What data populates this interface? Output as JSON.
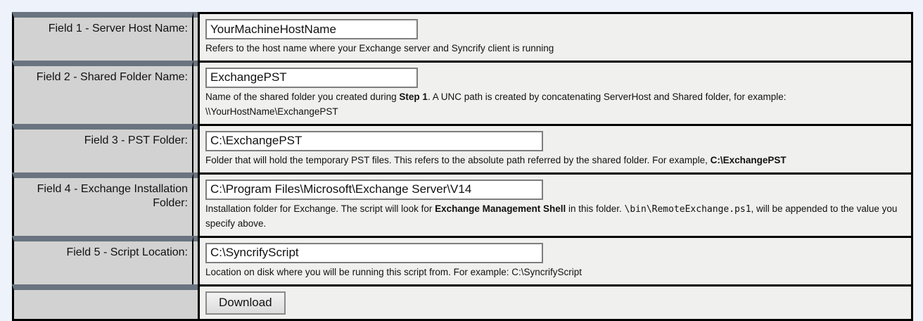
{
  "window": {
    "background": "#edf2fb"
  },
  "colors": {
    "label_bg": "#d2d2d2",
    "label_strip": "#6a7480",
    "content_bg": "#f0f1ee",
    "table_border": "#000000",
    "input_border": "#7e7e7e"
  },
  "form": {
    "rows": [
      {
        "label": "Field 1 - Server Host Name:",
        "value": "YourMachineHostName",
        "wide": false,
        "description": [
          {
            "text": "Refers to the host name where your Exchange server and Syncrify client is running",
            "style": "normal"
          }
        ]
      },
      {
        "label": "Field 2 - Shared Folder Name:",
        "value": "ExchangePST",
        "wide": false,
        "description": [
          {
            "text": "Name of the shared folder you created during ",
            "style": "normal"
          },
          {
            "text": "Step 1",
            "style": "bold"
          },
          {
            "text": ". A UNC path is created by concatenating ServerHost and Shared folder, for example: \\\\YourHostName\\ExchangePST",
            "style": "normal"
          }
        ]
      },
      {
        "label": "Field 3 - PST Folder:",
        "value": "C:\\ExchangePST",
        "wide": true,
        "description": [
          {
            "text": "Folder that will hold the temporary PST files. This refers to the absolute path referred by the shared folder. For example, ",
            "style": "normal"
          },
          {
            "text": "C:\\ExchangePST",
            "style": "bold"
          }
        ]
      },
      {
        "label": "Field 4 - Exchange Installation Folder:",
        "value": "C:\\Program Files\\Microsoft\\Exchange Server\\V14",
        "wide": true,
        "description": [
          {
            "text": "Installation folder for Exchange. The script will look for ",
            "style": "normal"
          },
          {
            "text": "Exchange Management Shell",
            "style": "bold"
          },
          {
            "text": " in this folder. ",
            "style": "normal"
          },
          {
            "text": "\\bin\\RemoteExchange.ps1",
            "style": "mono"
          },
          {
            "text": ", will be appended to the value you specify above.",
            "style": "normal"
          }
        ]
      },
      {
        "label": "Field 5 - Script Location:",
        "value": "C:\\SyncrifyScript",
        "wide": true,
        "description": [
          {
            "text": "Location on disk where you will be running this script from. For example: C:\\SyncrifyScript",
            "style": "normal"
          }
        ]
      }
    ],
    "button_row": {
      "label": "",
      "download_button_label": "Download"
    }
  }
}
